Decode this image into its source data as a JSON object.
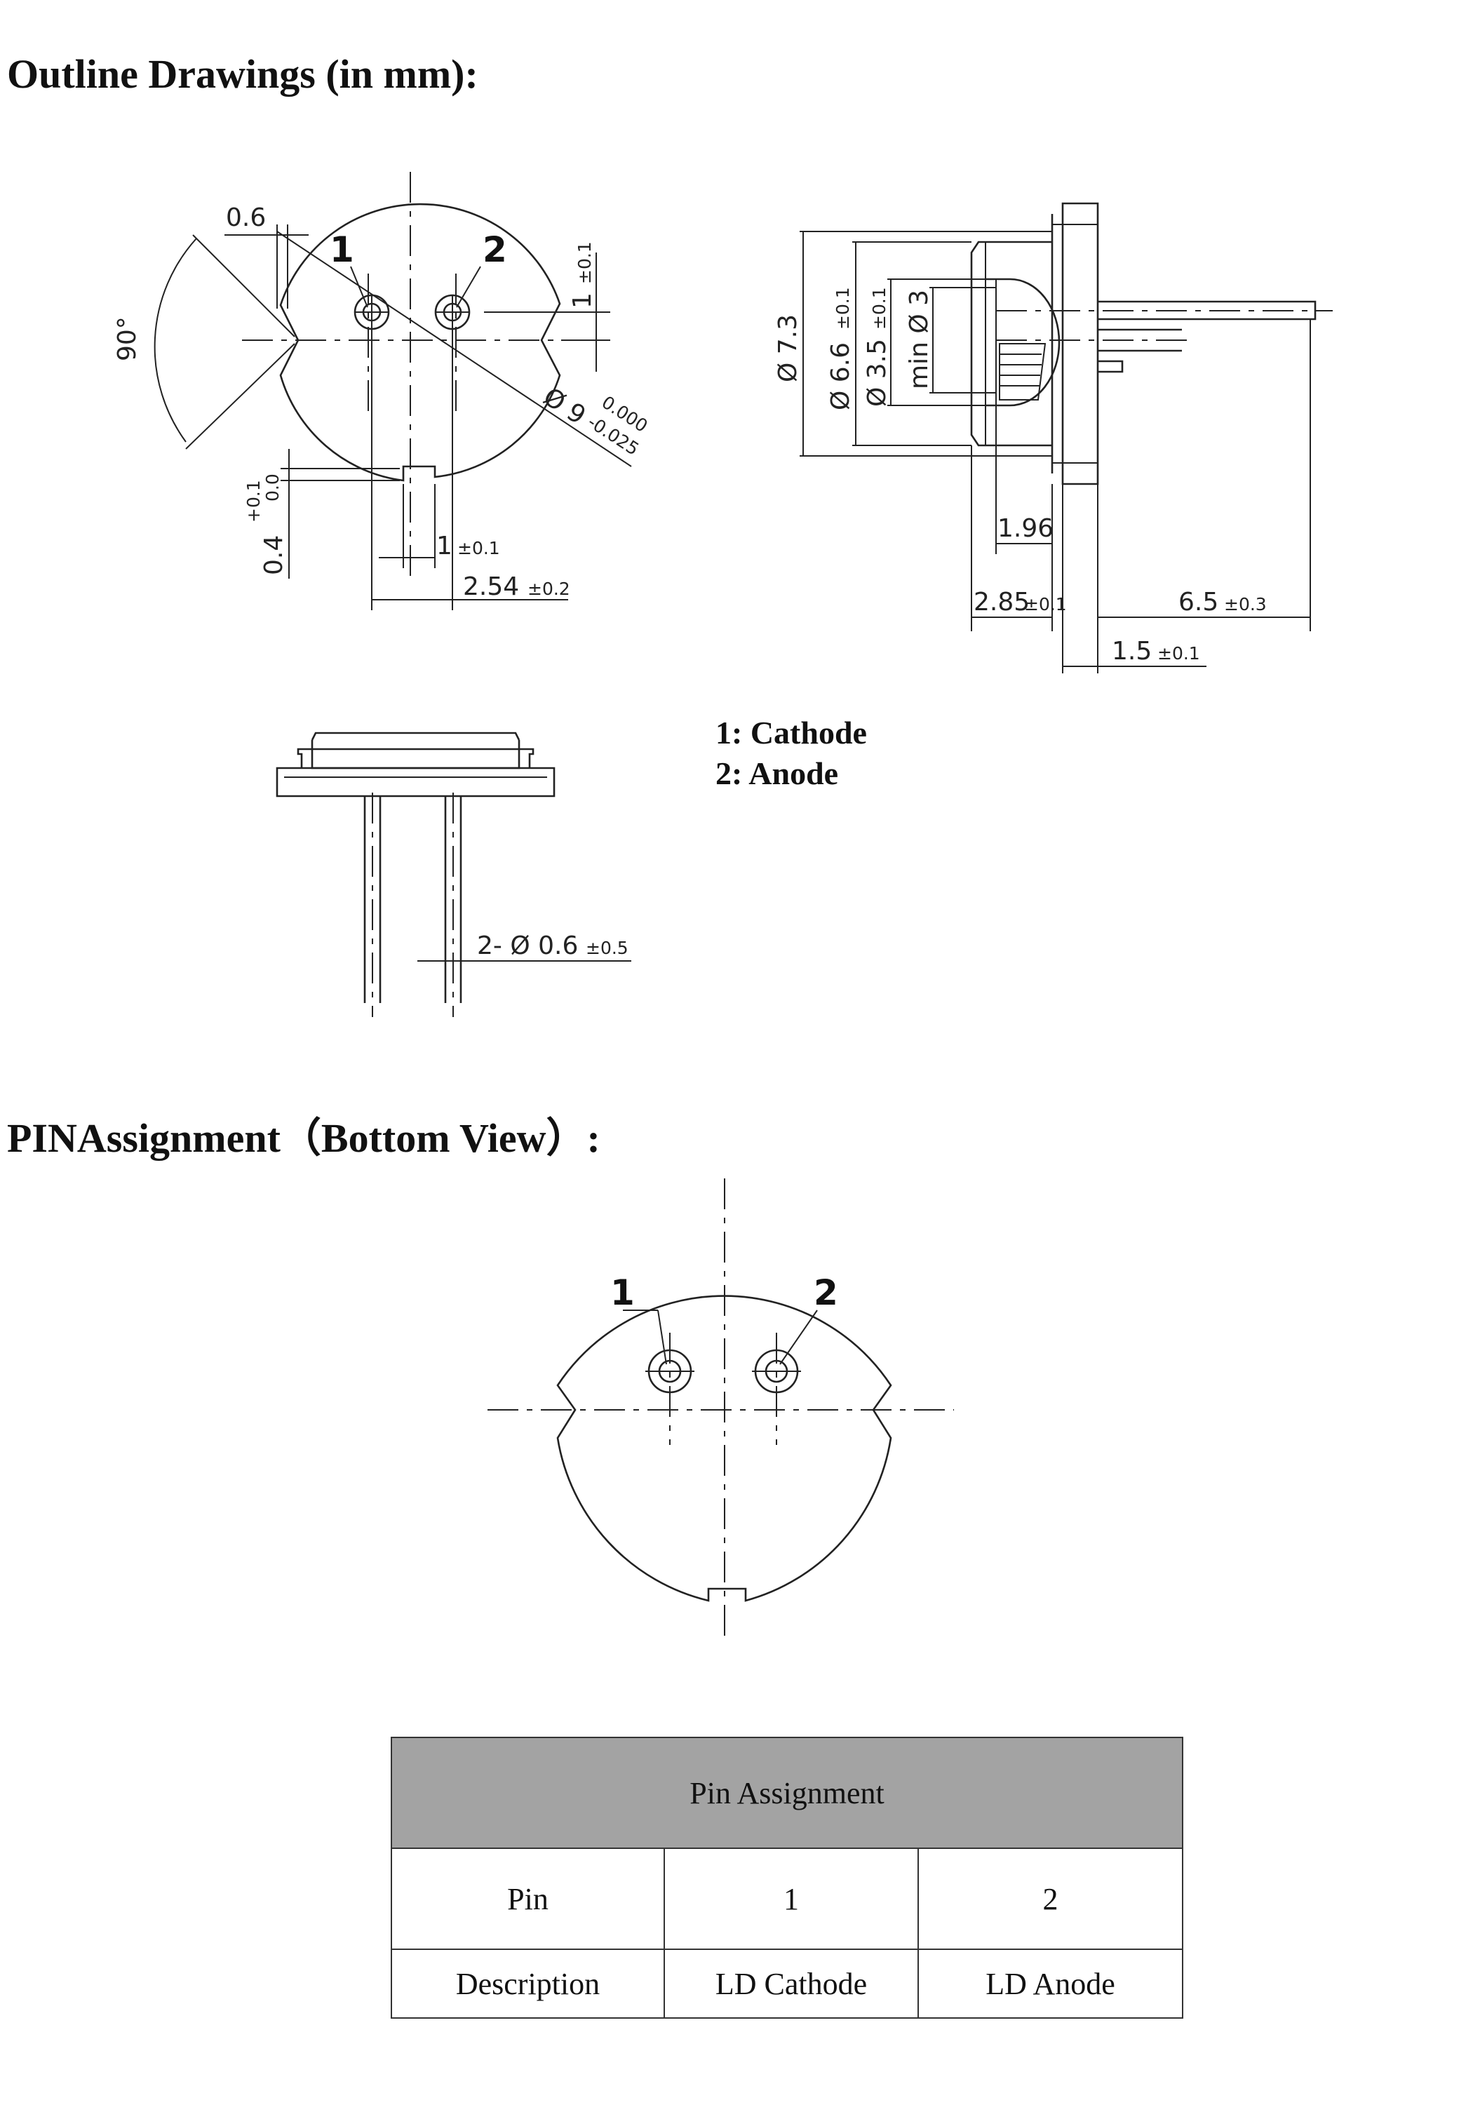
{
  "headings": {
    "outline": "Outline Drawings (in mm):",
    "pin_assignment": "PINAssignment（Bottom View）:"
  },
  "top_view": {
    "angle": "90°",
    "dim_notch_width": "0.6",
    "pin1": "1",
    "pin2": "2",
    "dim_offset": "1",
    "dim_offset_tol": "±0.1",
    "dim_diameter": "Ø 9",
    "dim_diameter_tol_upper": "0.000",
    "dim_diameter_tol_lower": "-0.025",
    "dim_bottom_notch": "0.4",
    "dim_bottom_notch_tol_upper": "+0.1",
    "dim_bottom_notch_tol_lower": "0.0",
    "dim_slot": "1",
    "dim_slot_tol": "±0.1",
    "dim_pitch": "2.54",
    "dim_pitch_tol": "±0.2"
  },
  "side_view": {
    "dim_flange_dia": "Ø 7.3",
    "dim_cap_dia": "Ø 6.6",
    "dim_cap_dia_tol": "±0.1",
    "dim_window_dia": "Ø 3.5",
    "dim_window_dia_tol": "±0.1",
    "dim_aperture": "min Ø 3",
    "dim_window_depth": "1.96",
    "dim_cap_height": "2.85",
    "dim_cap_height_tol": "±0.1",
    "dim_lead_length": "6.5",
    "dim_lead_length_tol": "±0.3",
    "dim_flange_thickness": "1.5",
    "dim_flange_thickness_tol": "±0.1"
  },
  "front_view": {
    "dim_leads": "2- Ø 0.6",
    "dim_leads_tol": "±0.5"
  },
  "legend": {
    "item1": "1:  Cathode",
    "item2": "2:  Anode"
  },
  "bottom_view": {
    "pin1": "1",
    "pin2": "2"
  },
  "table": {
    "title": "Pin Assignment",
    "rows": [
      [
        "Pin",
        "1",
        "2"
      ],
      [
        "Description",
        "LD Cathode",
        "LD Anode"
      ]
    ]
  }
}
